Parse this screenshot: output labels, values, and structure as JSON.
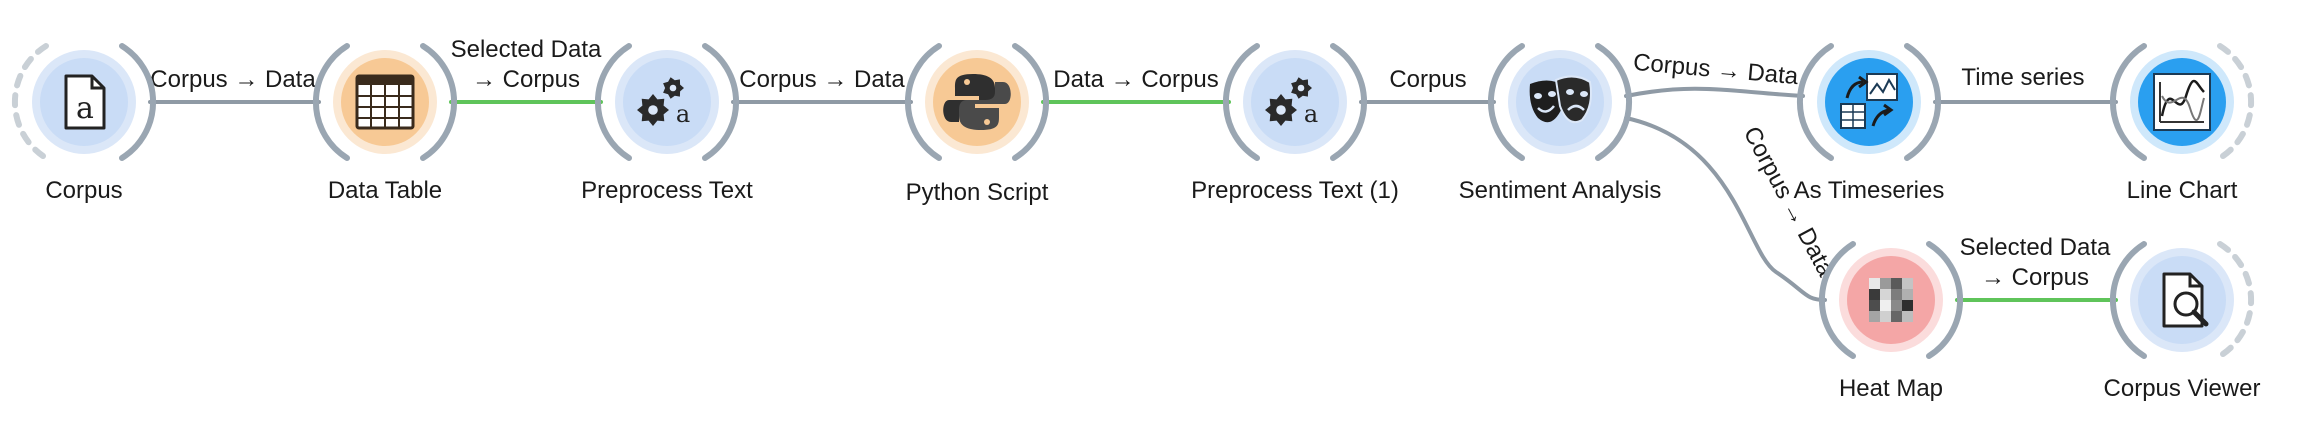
{
  "colors": {
    "link_gray": "#8f9aa5",
    "link_green": "#5fc45a",
    "anchor": "#9aa6b2",
    "blue_ring": "#dbe7f8",
    "blue_fill": "#c9dcf6",
    "orange_ring": "#fbe8d3",
    "orange_fill": "#f7c995",
    "bright_blue_ring": "#cfe8fb",
    "bright_blue_fill": "#2a9ff0",
    "red_ring": "#fbdcdc",
    "red_fill": "#f4a6a6"
  },
  "nodes": [
    {
      "id": "corpus",
      "label": "Corpus",
      "icon": "document-a-icon",
      "theme": "blue"
    },
    {
      "id": "data-table",
      "label": "Data Table",
      "icon": "table-grid-icon",
      "theme": "orange"
    },
    {
      "id": "preprocess-text",
      "label": "Preprocess Text",
      "icon": "gears-a-icon",
      "theme": "blue"
    },
    {
      "id": "python-script",
      "label": "Python Script",
      "icon": "python-icon",
      "theme": "orange"
    },
    {
      "id": "preprocess-text-1",
      "label": "Preprocess Text (1)",
      "icon": "gears-a-icon",
      "theme": "blue"
    },
    {
      "id": "sentiment-analysis",
      "label": "Sentiment Analysis",
      "icon": "theater-masks-icon",
      "theme": "blue"
    },
    {
      "id": "as-timeseries",
      "label": "As Timeseries",
      "icon": "timeseries-convert-icon",
      "theme": "bright_blue"
    },
    {
      "id": "line-chart",
      "label": "Line Chart",
      "icon": "line-chart-icon",
      "theme": "bright_blue"
    },
    {
      "id": "heat-map",
      "label": "Heat Map",
      "icon": "heatmap-icon",
      "theme": "red"
    },
    {
      "id": "corpus-viewer",
      "label": "Corpus Viewer",
      "icon": "document-search-icon",
      "theme": "blue"
    }
  ],
  "links": [
    {
      "from": "corpus",
      "to": "data-table",
      "label": [
        "Corpus → Data"
      ],
      "active": false
    },
    {
      "from": "data-table",
      "to": "preprocess-text",
      "label": [
        "Selected Data",
        "→ Corpus"
      ],
      "active": true
    },
    {
      "from": "preprocess-text",
      "to": "python-script",
      "label": [
        "Corpus → Data"
      ],
      "active": false
    },
    {
      "from": "python-script",
      "to": "preprocess-text-1",
      "label": [
        "Data → Corpus"
      ],
      "active": true
    },
    {
      "from": "preprocess-text-1",
      "to": "sentiment-analysis",
      "label": [
        "Corpus"
      ],
      "active": false
    },
    {
      "from": "sentiment-analysis",
      "to": "as-timeseries",
      "label": [
        "Corpus → Data"
      ],
      "active": false
    },
    {
      "from": "as-timeseries",
      "to": "line-chart",
      "label": [
        "Time series"
      ],
      "active": false
    },
    {
      "from": "sentiment-analysis",
      "to": "heat-map",
      "label": [
        "Corpus → Data"
      ],
      "active": false
    },
    {
      "from": "heat-map",
      "to": "corpus-viewer",
      "label": [
        "Selected Data",
        "→ Corpus"
      ],
      "active": true
    }
  ]
}
